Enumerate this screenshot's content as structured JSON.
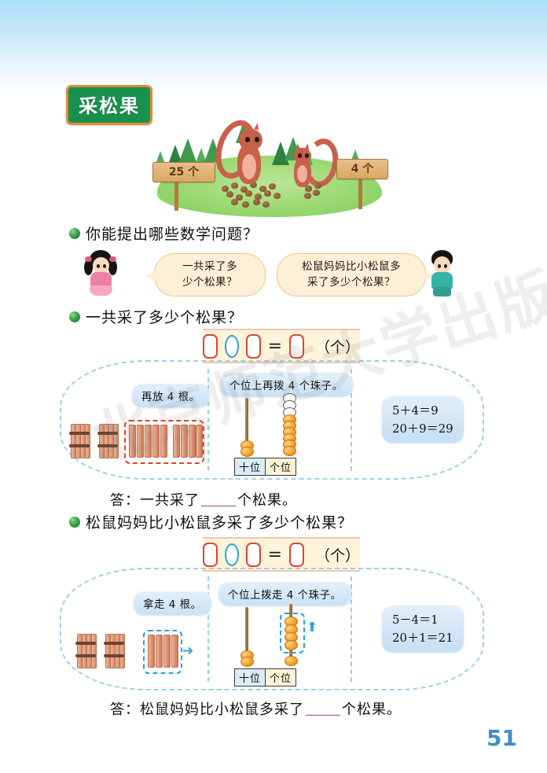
{
  "page": {
    "number": "51",
    "title": "采松果"
  },
  "illustration": {
    "sign_left": "25 个",
    "sign_right": "4 个",
    "alt_name": "two-squirrels-pine-cones-scene"
  },
  "questions": [
    {
      "bullet": "green-bullet",
      "text": "你能提出哪些数学问题？"
    },
    {
      "bullet": "green-bullet",
      "text": "一共采了多少个松果？"
    },
    {
      "bullet": "green-bullet",
      "text": "松鼠妈妈比小松鼠多采了多少个松果？"
    }
  ],
  "speech_bubbles": [
    {
      "speaker": "girl-left",
      "lines": [
        "一共采了多",
        "少个松果？"
      ]
    },
    {
      "speaker": "boy-right",
      "lines": [
        "松鼠妈妈比小松鼠多",
        "采了多少个松果？"
      ]
    }
  ],
  "equation_strips": [
    {
      "unit": "（个）",
      "equals": "="
    },
    {
      "unit": "（个）",
      "equals": "="
    }
  ],
  "method_panels": [
    {
      "id": "addition-panel",
      "stick_label": "再放 4 根。",
      "abacus_label": "个位上再拨 4 个珠子。",
      "place_value": {
        "tens": "十位",
        "ones": "个位"
      },
      "equations": [
        "5＋4＝9",
        "20＋9＝29"
      ],
      "sticks": {
        "bundles": 2,
        "loose_group_a": 5,
        "loose_group_b": 4
      },
      "abacus": {
        "tens_beads": 2,
        "ones_beads": 9
      }
    },
    {
      "id": "subtraction-panel",
      "stick_label": "拿走 4 根。",
      "abacus_label": "个位上拨走 4 个珠子。",
      "place_value": {
        "tens": "十位",
        "ones": "个位"
      },
      "equations": [
        "5－4＝1",
        "20＋1＝21"
      ],
      "sticks": {
        "bundles": 2,
        "removed_group": 4
      },
      "abacus": {
        "tens_beads": 2,
        "ones_beads_removed": 4,
        "ones_beads_left": 1
      }
    }
  ],
  "answers": [
    {
      "prefix": "答：一共采了",
      "suffix": "个松果。"
    },
    {
      "prefix": "答：松鼠妈妈比小松鼠多采了",
      "suffix": "个松果。"
    }
  ],
  "watermark": {
    "text": "北京师范大学出版社"
  },
  "colors": {
    "title_bg": "#18914f",
    "title_border": "#e08b33",
    "bullet": "#36a349",
    "box_red": "#e2432f",
    "box_blue": "#2aa3d6",
    "panel_dash": "#9ecfe8",
    "page_number": "#3d8fc4",
    "strip_bg": "#fdf4da"
  }
}
